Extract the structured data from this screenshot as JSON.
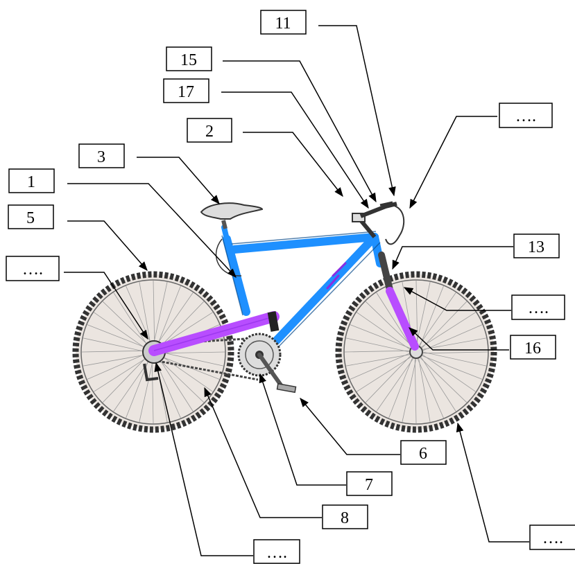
{
  "labels": {
    "l11": "11",
    "l15": "15",
    "l17": "17",
    "l2": "2",
    "l3": "3",
    "l1": "1",
    "l5": "5",
    "blank_left": "….",
    "blank_top_right": "….",
    "l13": "13",
    "blank_right": "….",
    "l16": "16",
    "l6": "6",
    "l7": "7",
    "l8": "8",
    "blank_bottom": "….",
    "blank_bottom_right": "…."
  },
  "colors": {
    "frame_blue": "#1e90ff",
    "swingarm_purple": "#b84dff",
    "wheel_fill": "#ebe5e0",
    "tire_dark": "#333333"
  }
}
